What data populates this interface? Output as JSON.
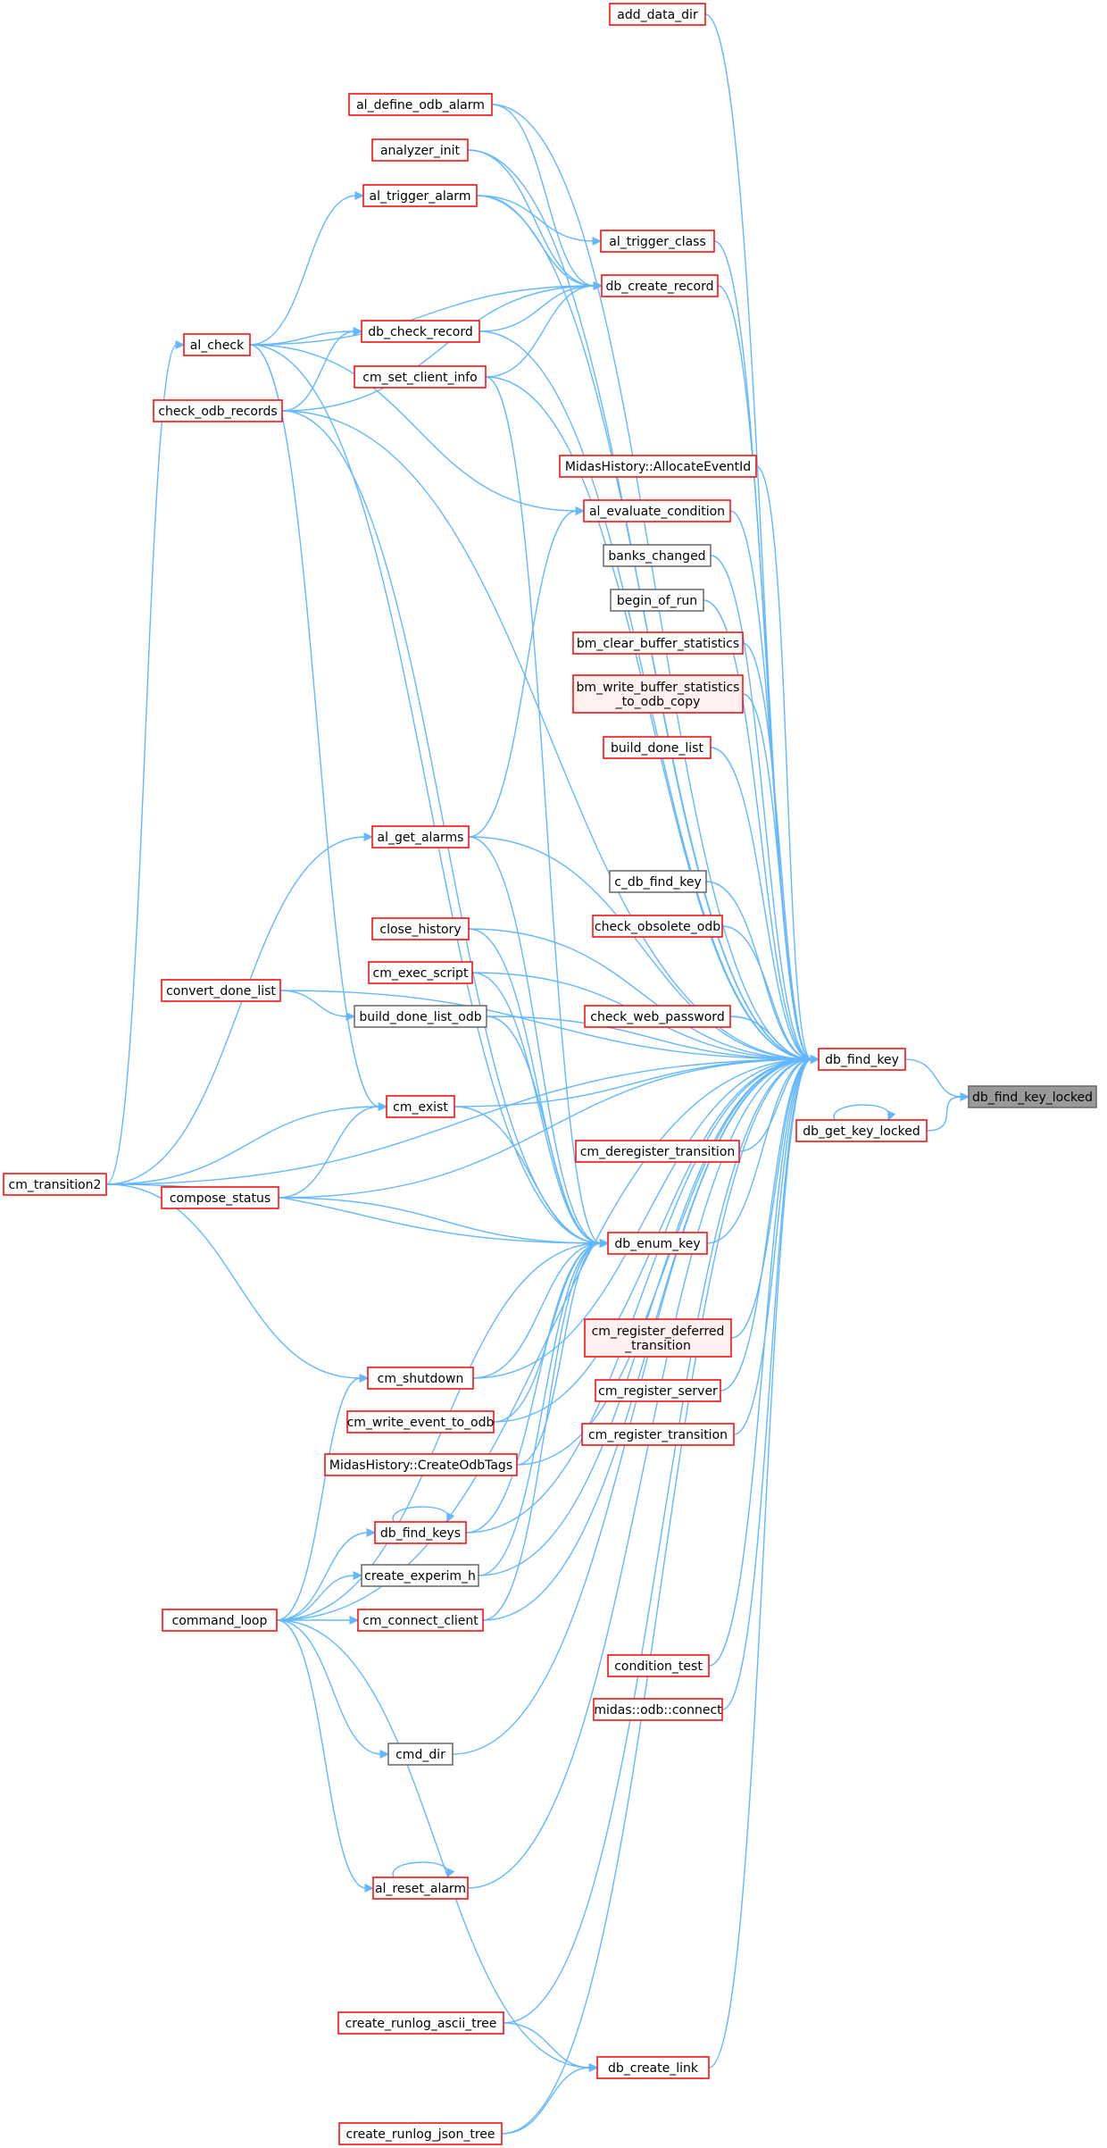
{
  "graph": {
    "colors": {
      "edge": "#63b8ff",
      "border_link": "#ff0000",
      "border_plain": "#666666",
      "target_fill": "#999999",
      "pink_fill": "#fff0f0"
    },
    "nodes": [
      {
        "id": "db_find_key_locked",
        "lines": [
          "db_find_key_locked"
        ],
        "style": "target"
      },
      {
        "id": "db_find_key",
        "lines": [
          "db_find_key"
        ],
        "style": "red"
      },
      {
        "id": "db_get_key_locked",
        "lines": [
          "db_get_key_locked"
        ],
        "style": "red"
      },
      {
        "id": "add_data_dir",
        "lines": [
          "add_data_dir"
        ],
        "style": "red"
      },
      {
        "id": "al_define_odb_alarm",
        "lines": [
          "al_define_odb_alarm"
        ],
        "style": "red"
      },
      {
        "id": "analyzer_init",
        "lines": [
          "analyzer_init"
        ],
        "style": "red"
      },
      {
        "id": "al_trigger_alarm",
        "lines": [
          "al_trigger_alarm"
        ],
        "style": "red"
      },
      {
        "id": "al_trigger_class",
        "lines": [
          "al_trigger_class"
        ],
        "style": "red"
      },
      {
        "id": "db_create_record",
        "lines": [
          "db_create_record"
        ],
        "style": "red"
      },
      {
        "id": "db_check_record",
        "lines": [
          "db_check_record"
        ],
        "style": "red"
      },
      {
        "id": "al_check",
        "lines": [
          "al_check"
        ],
        "style": "red"
      },
      {
        "id": "cm_set_client_info",
        "lines": [
          "cm_set_client_info"
        ],
        "style": "red"
      },
      {
        "id": "check_odb_records",
        "lines": [
          "check_odb_records"
        ],
        "style": "red"
      },
      {
        "id": "MidasHistory_AllocateEventId",
        "lines": [
          "MidasHistory::AllocateEventId"
        ],
        "style": "red"
      },
      {
        "id": "al_evaluate_condition",
        "lines": [
          "al_evaluate_condition"
        ],
        "style": "red"
      },
      {
        "id": "banks_changed",
        "lines": [
          "banks_changed"
        ],
        "style": "gray"
      },
      {
        "id": "begin_of_run",
        "lines": [
          "begin_of_run"
        ],
        "style": "gray"
      },
      {
        "id": "bm_clear_buffer_statistics",
        "lines": [
          "bm_clear_buffer_statistics"
        ],
        "style": "red"
      },
      {
        "id": "bm_write_buffer_statistics_to_odb_copy",
        "lines": [
          "bm_write_buffer_statistics",
          "_to_odb_copy"
        ],
        "style": "pink"
      },
      {
        "id": "build_done_list",
        "lines": [
          "build_done_list"
        ],
        "style": "red"
      },
      {
        "id": "al_get_alarms",
        "lines": [
          "al_get_alarms"
        ],
        "style": "red"
      },
      {
        "id": "c_db_find_key",
        "lines": [
          "c_db_find_key"
        ],
        "style": "gray"
      },
      {
        "id": "check_obsolete_odb",
        "lines": [
          "check_obsolete_odb"
        ],
        "style": "red"
      },
      {
        "id": "close_history",
        "lines": [
          "close_history"
        ],
        "style": "red"
      },
      {
        "id": "cm_exec_script",
        "lines": [
          "cm_exec_script"
        ],
        "style": "red"
      },
      {
        "id": "convert_done_list",
        "lines": [
          "convert_done_list"
        ],
        "style": "red"
      },
      {
        "id": "build_done_list_odb",
        "lines": [
          "build_done_list_odb"
        ],
        "style": "gray"
      },
      {
        "id": "check_web_password",
        "lines": [
          "check_web_password"
        ],
        "style": "red"
      },
      {
        "id": "cm_exist",
        "lines": [
          "cm_exist"
        ],
        "style": "red"
      },
      {
        "id": "cm_deregister_transition",
        "lines": [
          "cm_deregister_transition"
        ],
        "style": "red"
      },
      {
        "id": "cm_transition2",
        "lines": [
          "cm_transition2"
        ],
        "style": "red"
      },
      {
        "id": "compose_status",
        "lines": [
          "compose_status"
        ],
        "style": "red"
      },
      {
        "id": "db_enum_key",
        "lines": [
          "db_enum_key"
        ],
        "style": "red"
      },
      {
        "id": "cm_register_deferred_transition",
        "lines": [
          "cm_register_deferred",
          "_transition"
        ],
        "style": "pink"
      },
      {
        "id": "cm_shutdown",
        "lines": [
          "cm_shutdown"
        ],
        "style": "red"
      },
      {
        "id": "cm_register_server",
        "lines": [
          "cm_register_server"
        ],
        "style": "red"
      },
      {
        "id": "cm_write_event_to_odb",
        "lines": [
          "cm_write_event_to_odb"
        ],
        "style": "red"
      },
      {
        "id": "cm_register_transition",
        "lines": [
          "cm_register_transition"
        ],
        "style": "red"
      },
      {
        "id": "MidasHistory_CreateOdbTags",
        "lines": [
          "MidasHistory::CreateOdbTags"
        ],
        "style": "red"
      },
      {
        "id": "db_find_keys",
        "lines": [
          "db_find_keys"
        ],
        "style": "red"
      },
      {
        "id": "create_experim_h",
        "lines": [
          "create_experim_h"
        ],
        "style": "gray"
      },
      {
        "id": "command_loop",
        "lines": [
          "command_loop"
        ],
        "style": "red"
      },
      {
        "id": "cm_connect_client",
        "lines": [
          "cm_connect_client"
        ],
        "style": "red"
      },
      {
        "id": "condition_test",
        "lines": [
          "condition_test"
        ],
        "style": "red"
      },
      {
        "id": "midas_odb_connect",
        "lines": [
          "midas::odb::connect"
        ],
        "style": "red"
      },
      {
        "id": "cmd_dir",
        "lines": [
          "cmd_dir"
        ],
        "style": "gray"
      },
      {
        "id": "al_reset_alarm",
        "lines": [
          "al_reset_alarm"
        ],
        "style": "red"
      },
      {
        "id": "create_runlog_ascii_tree",
        "lines": [
          "create_runlog_ascii_tree"
        ],
        "style": "red"
      },
      {
        "id": "db_create_link",
        "lines": [
          "db_create_link"
        ],
        "style": "red"
      },
      {
        "id": "create_runlog_json_tree",
        "lines": [
          "create_runlog_json_tree"
        ],
        "style": "red"
      }
    ],
    "edges": [
      [
        "db_find_key",
        "db_find_key_locked"
      ],
      [
        "db_get_key_locked",
        "db_find_key_locked"
      ],
      [
        "db_get_key_locked",
        "db_get_key_locked"
      ],
      [
        "add_data_dir",
        "db_find_key"
      ],
      [
        "al_define_odb_alarm",
        "db_find_key"
      ],
      [
        "analyzer_init",
        "db_find_key"
      ],
      [
        "al_trigger_alarm",
        "db_find_key"
      ],
      [
        "al_trigger_class",
        "db_find_key"
      ],
      [
        "db_create_record",
        "db_find_key"
      ],
      [
        "db_check_record",
        "db_find_key"
      ],
      [
        "cm_set_client_info",
        "db_find_key"
      ],
      [
        "check_odb_records",
        "db_find_key"
      ],
      [
        "MidasHistory_AllocateEventId",
        "db_find_key"
      ],
      [
        "al_evaluate_condition",
        "db_find_key"
      ],
      [
        "banks_changed",
        "db_find_key"
      ],
      [
        "begin_of_run",
        "db_find_key"
      ],
      [
        "bm_clear_buffer_statistics",
        "db_find_key"
      ],
      [
        "bm_write_buffer_statistics_to_odb_copy",
        "db_find_key"
      ],
      [
        "build_done_list",
        "db_find_key"
      ],
      [
        "al_get_alarms",
        "db_find_key"
      ],
      [
        "c_db_find_key",
        "db_find_key"
      ],
      [
        "check_obsolete_odb",
        "db_find_key"
      ],
      [
        "close_history",
        "db_find_key"
      ],
      [
        "cm_exec_script",
        "db_find_key"
      ],
      [
        "convert_done_list",
        "db_find_key"
      ],
      [
        "build_done_list_odb",
        "db_find_key"
      ],
      [
        "check_web_password",
        "db_find_key"
      ],
      [
        "cm_exist",
        "db_find_key"
      ],
      [
        "cm_deregister_transition",
        "db_find_key"
      ],
      [
        "db_enum_key",
        "db_find_key"
      ],
      [
        "compose_status",
        "db_find_key"
      ],
      [
        "cm_register_deferred_transition",
        "db_find_key"
      ],
      [
        "cm_register_server",
        "db_find_key"
      ],
      [
        "cm_register_transition",
        "db_find_key"
      ],
      [
        "cm_shutdown",
        "db_find_key"
      ],
      [
        "cm_write_event_to_odb",
        "db_find_key"
      ],
      [
        "MidasHistory_CreateOdbTags",
        "db_find_key"
      ],
      [
        "db_find_keys",
        "db_find_key"
      ],
      [
        "create_experim_h",
        "db_find_key"
      ],
      [
        "cm_connect_client",
        "db_find_key"
      ],
      [
        "cm_transition2",
        "db_find_key"
      ],
      [
        "condition_test",
        "db_find_key"
      ],
      [
        "midas_odb_connect",
        "db_find_key"
      ],
      [
        "cmd_dir",
        "db_find_key"
      ],
      [
        "al_reset_alarm",
        "db_find_key"
      ],
      [
        "command_loop",
        "db_find_key"
      ],
      [
        "create_runlog_ascii_tree",
        "db_find_key"
      ],
      [
        "db_create_link",
        "db_find_key"
      ],
      [
        "create_runlog_json_tree",
        "db_find_key"
      ],
      [
        "al_define_odb_alarm",
        "db_create_record"
      ],
      [
        "analyzer_init",
        "db_create_record"
      ],
      [
        "al_trigger_alarm",
        "db_create_record"
      ],
      [
        "al_trigger_alarm",
        "al_trigger_class"
      ],
      [
        "al_check",
        "al_trigger_alarm"
      ],
      [
        "al_check",
        "db_create_record"
      ],
      [
        "check_odb_records",
        "db_create_record"
      ],
      [
        "cm_set_client_info",
        "db_create_record"
      ],
      [
        "db_check_record",
        "db_create_record"
      ],
      [
        "al_check",
        "db_check_record"
      ],
      [
        "check_odb_records",
        "db_check_record"
      ],
      [
        "al_check",
        "al_evaluate_condition"
      ],
      [
        "al_get_alarms",
        "al_evaluate_condition"
      ],
      [
        "cm_transition2",
        "al_check"
      ],
      [
        "cm_transition2",
        "al_get_alarms"
      ],
      [
        "convert_done_list",
        "build_done_list_odb"
      ],
      [
        "al_check",
        "cm_exist"
      ],
      [
        "cm_transition2",
        "cm_exist"
      ],
      [
        "compose_status",
        "cm_exist"
      ],
      [
        "cm_set_client_info",
        "db_enum_key"
      ],
      [
        "al_check",
        "db_enum_key"
      ],
      [
        "check_odb_records",
        "db_enum_key"
      ],
      [
        "al_get_alarms",
        "db_enum_key"
      ],
      [
        "close_history",
        "db_enum_key"
      ],
      [
        "cm_exec_script",
        "db_enum_key"
      ],
      [
        "build_done_list_odb",
        "db_enum_key"
      ],
      [
        "cm_exist",
        "db_enum_key"
      ],
      [
        "compose_status",
        "db_enum_key"
      ],
      [
        "cm_transition2",
        "db_enum_key"
      ],
      [
        "cm_shutdown",
        "db_enum_key"
      ],
      [
        "cm_write_event_to_odb",
        "db_enum_key"
      ],
      [
        "MidasHistory_CreateOdbTags",
        "db_enum_key"
      ],
      [
        "db_find_keys",
        "db_enum_key"
      ],
      [
        "create_experim_h",
        "db_enum_key"
      ],
      [
        "cm_connect_client",
        "db_enum_key"
      ],
      [
        "command_loop",
        "db_enum_key"
      ],
      [
        "cm_transition2",
        "cm_shutdown"
      ],
      [
        "command_loop",
        "cm_shutdown"
      ],
      [
        "db_find_keys",
        "db_find_keys"
      ],
      [
        "command_loop",
        "db_find_keys"
      ],
      [
        "command_loop",
        "create_experim_h"
      ],
      [
        "command_loop",
        "cm_connect_client"
      ],
      [
        "command_loop",
        "cmd_dir"
      ],
      [
        "command_loop",
        "al_reset_alarm"
      ],
      [
        "al_reset_alarm",
        "al_reset_alarm"
      ],
      [
        "create_runlog_ascii_tree",
        "db_create_link"
      ],
      [
        "create_runlog_json_tree",
        "db_create_link"
      ],
      [
        "command_loop",
        "db_create_link"
      ]
    ]
  }
}
